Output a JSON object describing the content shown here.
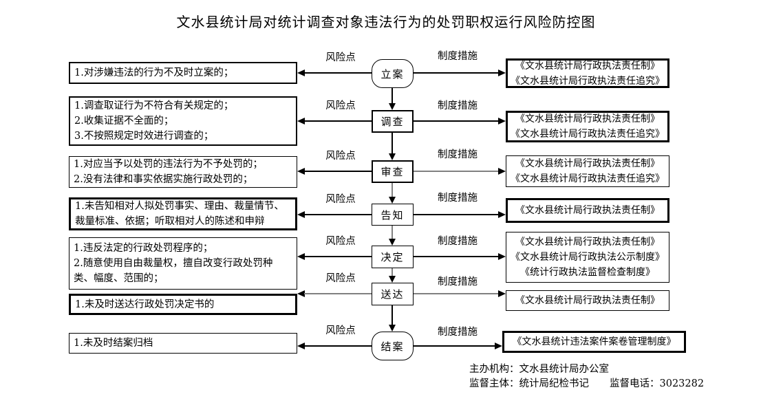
{
  "title": "文水县统计局对统计调查对象违法行为的处罚职权运行风险防控图",
  "arrow_labels": {
    "risk": "风险点",
    "measure": "制度措施"
  },
  "steps": [
    "立案",
    "调查",
    "审查",
    "告知",
    "决定",
    "送达",
    "结案"
  ],
  "left_boxes": [
    {
      "items": [
        "1.对涉嫌违法的行为不及时立案的；"
      ]
    },
    {
      "items": [
        "1.调查取证行为不符合有关规定的；",
        "2.收集证据不全面的；",
        "3.不按照规定时效进行调查的；"
      ]
    },
    {
      "items": [
        "1.对应当予以处罚的违法行为不予处罚的；",
        "2.没有法律和事实依据实施行政处罚的；"
      ]
    },
    {
      "items": [
        "1.未告知相对人拟处罚事实、理由、裁量情节、裁量标准、依据；听取相对人的陈述和申辩"
      ]
    },
    {
      "items": [
        "1.违反法定的行政处罚程序的；",
        "2.随意使用自由裁量权，擅自改变行政处罚种类、幅度、范围的；"
      ]
    },
    {
      "items": [
        "1.未及时送达行政处罚决定书的"
      ]
    },
    {
      "items": [
        "1.未及时结案归档"
      ]
    }
  ],
  "right_boxes": [
    {
      "items": [
        "《文水县统计局行政执法责任制》",
        "《文水县统计局行政执法责任追究》"
      ]
    },
    {
      "items": [
        "《文水县统计局行政执法责任制》",
        "《文水县统计局行政执法责任追究》"
      ]
    },
    {
      "items": [
        "《文水县统计局行政执法责任制》",
        "《文水县统计局行政执法责任追究》"
      ]
    },
    {
      "items": [
        "《文水县统计局行政执法责任制》"
      ]
    },
    {
      "items": [
        "《文水县统计局行政执法责任制》",
        "《文水县统计局行政执法公示制度》",
        "《统计行政执法监督检查制度》"
      ]
    },
    {
      "items": [
        "《文水县统计局行政执法责任制》"
      ]
    },
    {
      "items": [
        "《文水县统计违法案件案卷管理制度》"
      ]
    }
  ],
  "footer": {
    "organizer": "主办机构：文水县统计局办公室",
    "supervisor": "监督主体：统计局纪检书记",
    "phone": "监督电话：3023282"
  },
  "colors": {
    "line": "#000000",
    "line_gray": "#808080",
    "text": "#000000",
    "background": "#ffffff"
  }
}
